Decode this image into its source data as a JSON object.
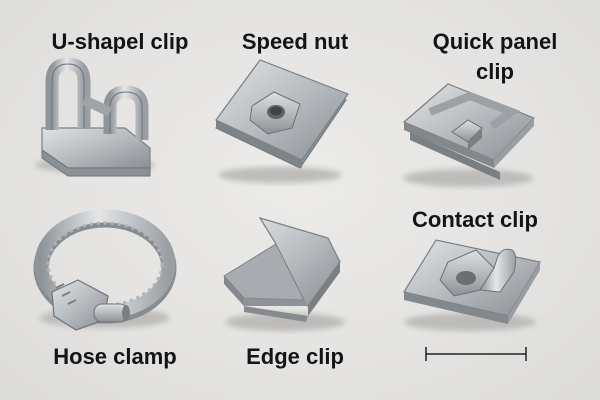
{
  "items": [
    {
      "label": "U-shapel clip",
      "icon": "u-shaped-clip-icon"
    },
    {
      "label": "Speed nut",
      "icon": "speed-nut-icon"
    },
    {
      "label_line1": "Quick panel",
      "label_line2": "clip",
      "icon": "quick-panel-clip-icon"
    },
    {
      "label": "Hose clamp",
      "icon": "hose-clamp-icon"
    },
    {
      "label": "Edge clip",
      "icon": "edge-clip-icon"
    },
    {
      "label": "Contact clip",
      "icon": "contact-clip-icon"
    }
  ],
  "colors": {
    "background": "#e6e5e3",
    "metal_light": "#d4d6d8",
    "metal_mid": "#a9adb1",
    "metal_dark": "#6f7479",
    "text": "#141414"
  }
}
